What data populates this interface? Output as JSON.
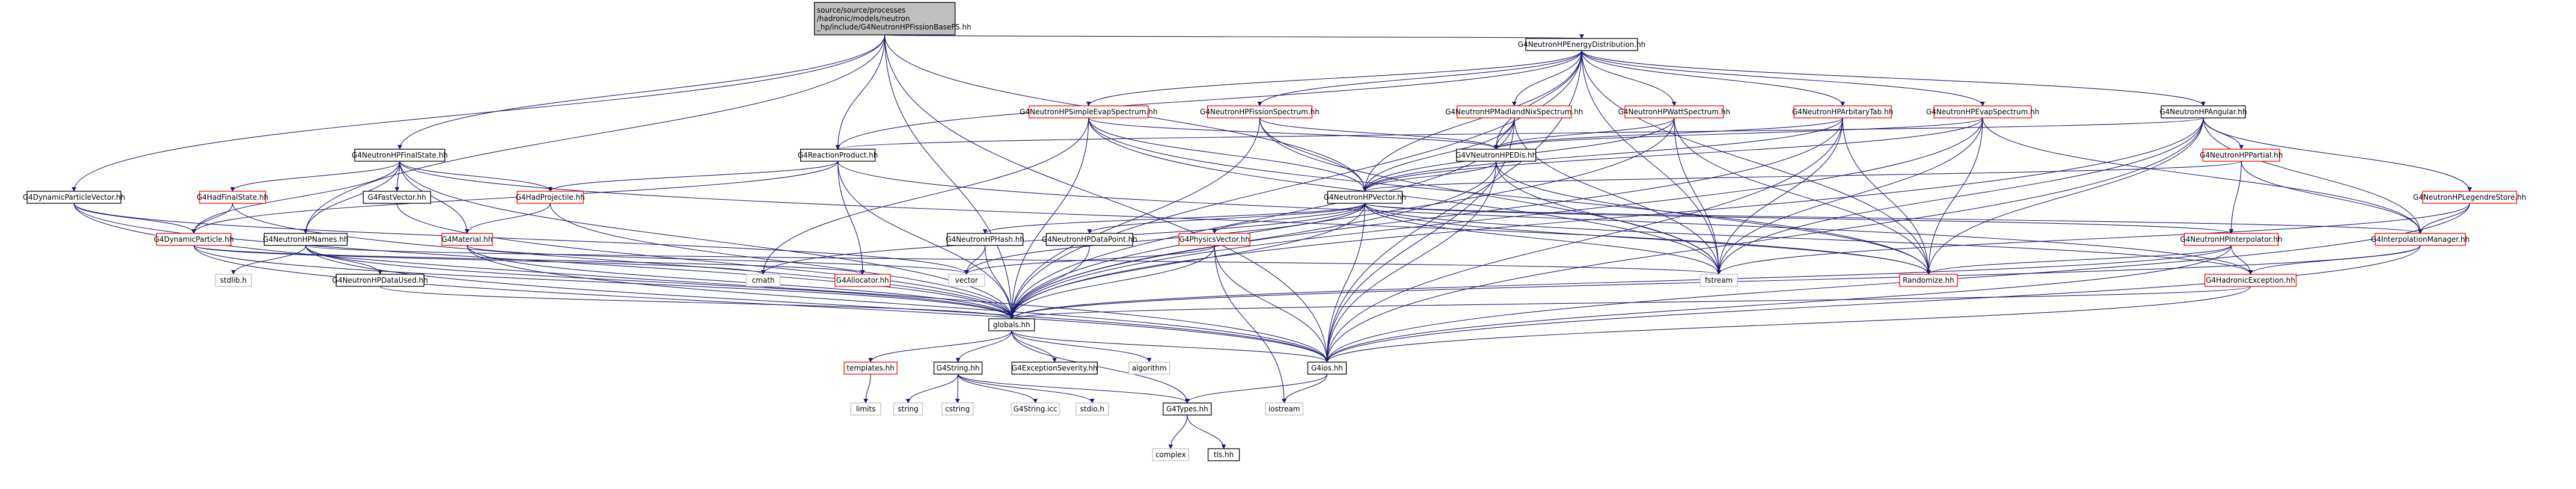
{
  "colors": {
    "edge": "#191970",
    "root_fill": "#bfbfbf",
    "documented_border": "#000000",
    "undocumented_border": "#ff0000",
    "external_border": "#bfbfbf",
    "fill": "#ffffff"
  },
  "nodes": [
    {
      "id": "root",
      "kind": "root",
      "lines": [
        "source/source/processes",
        "/hadronic/models/neutron",
        "_hp/include/G4NeutronHPFissionBaseFS.hh"
      ]
    },
    {
      "id": "energydist",
      "kind": "doc",
      "lines": [
        "G4NeutronHPEnergyDistribution.hh"
      ]
    },
    {
      "id": "simpleexp",
      "kind": "undoc",
      "lines": [
        "G4NeutronHPSimpleEvapSpectrum.hh"
      ]
    },
    {
      "id": "fissionspec",
      "kind": "undoc",
      "lines": [
        "G4NeutronHPFissionSpectrum.hh"
      ]
    },
    {
      "id": "madland",
      "kind": "undoc",
      "lines": [
        "G4NeutronHPMadlandNixSpectrum.hh"
      ]
    },
    {
      "id": "watt",
      "kind": "undoc",
      "lines": [
        "G4NeutronHPWattSpectrum.hh"
      ]
    },
    {
      "id": "arbitary",
      "kind": "undoc",
      "lines": [
        "G4NeutronHPArbitaryTab.hh"
      ]
    },
    {
      "id": "evapspec",
      "kind": "undoc",
      "lines": [
        "G4NeutronHPEvapSpectrum.hh"
      ]
    },
    {
      "id": "angular",
      "kind": "doc",
      "lines": [
        "G4NeutronHPAngular.hh"
      ]
    },
    {
      "id": "finalstate",
      "kind": "doc",
      "lines": [
        "G4NeutronHPFinalState.hh"
      ]
    },
    {
      "id": "reactionproduct",
      "kind": "doc",
      "lines": [
        "G4ReactionProduct.hh"
      ]
    },
    {
      "id": "vhpdata",
      "kind": "doc",
      "lines": [
        "G4VNeutronHPEDis.hh"
      ]
    },
    {
      "id": "partial",
      "kind": "undoc",
      "lines": [
        "G4NeutronHPPartial.hh"
      ]
    },
    {
      "id": "dynvec",
      "kind": "doc",
      "lines": [
        "G4DynamicParticleVector.hh"
      ]
    },
    {
      "id": "hadfinal",
      "kind": "undoc",
      "lines": [
        "G4HadFinalState.hh"
      ]
    },
    {
      "id": "fastvec",
      "kind": "doc",
      "lines": [
        "G4FastVector.hh"
      ]
    },
    {
      "id": "hadproj",
      "kind": "undoc",
      "lines": [
        "G4HadProjectile.hh"
      ]
    },
    {
      "id": "hpvector",
      "kind": "doc",
      "lines": [
        "G4NeutronHPVector.hh"
      ]
    },
    {
      "id": "legendre",
      "kind": "undoc",
      "lines": [
        "G4NeutronHPLegendreStore.hh"
      ]
    },
    {
      "id": "dynparticle",
      "kind": "undoc",
      "lines": [
        "G4DynamicParticle.hh"
      ]
    },
    {
      "id": "hpnames",
      "kind": "doc",
      "lines": [
        "G4NeutronHPNames.hh"
      ]
    },
    {
      "id": "material",
      "kind": "undoc",
      "lines": [
        "G4Material.hh"
      ]
    },
    {
      "id": "hphash",
      "kind": "doc",
      "lines": [
        "G4NeutronHPHash.hh"
      ]
    },
    {
      "id": "hpdatapoint",
      "kind": "doc",
      "lines": [
        "G4NeutronHPDataPoint.hh"
      ]
    },
    {
      "id": "physvec",
      "kind": "undoc",
      "lines": [
        "G4PhysicsVector.hh"
      ]
    },
    {
      "id": "interpolator",
      "kind": "undoc",
      "lines": [
        "G4NeutronHPInterpolator.hh"
      ]
    },
    {
      "id": "interpmgr",
      "kind": "undoc",
      "lines": [
        "G4InterpolationManager.hh"
      ]
    },
    {
      "id": "stdlib",
      "kind": "ext",
      "lines": [
        "stdlib.h"
      ]
    },
    {
      "id": "datausedhh",
      "kind": "doc",
      "lines": [
        "G4NeutronHPDataUsed.hh"
      ]
    },
    {
      "id": "cmath",
      "kind": "ext",
      "lines": [
        "cmath"
      ]
    },
    {
      "id": "allocator",
      "kind": "undoc",
      "lines": [
        "G4Allocator.hh"
      ]
    },
    {
      "id": "vector",
      "kind": "ext",
      "lines": [
        "vector"
      ]
    },
    {
      "id": "fstream",
      "kind": "ext",
      "lines": [
        "fstream"
      ]
    },
    {
      "id": "randomize",
      "kind": "undoc",
      "lines": [
        "Randomize.hh"
      ]
    },
    {
      "id": "hadexc",
      "kind": "undoc",
      "lines": [
        "G4HadronicException.hh"
      ]
    },
    {
      "id": "globals",
      "kind": "doc",
      "lines": [
        "globals.hh"
      ]
    },
    {
      "id": "templates",
      "kind": "undoc",
      "lines": [
        "templates.hh"
      ]
    },
    {
      "id": "g4string",
      "kind": "doc",
      "lines": [
        "G4String.hh"
      ]
    },
    {
      "id": "excseverity",
      "kind": "doc",
      "lines": [
        "G4ExceptionSeverity.hh"
      ]
    },
    {
      "id": "algorithm",
      "kind": "ext",
      "lines": [
        "algorithm"
      ]
    },
    {
      "id": "g4ios",
      "kind": "doc",
      "lines": [
        "G4ios.hh"
      ]
    },
    {
      "id": "limits",
      "kind": "ext",
      "lines": [
        "limits"
      ]
    },
    {
      "id": "string",
      "kind": "ext",
      "lines": [
        "string"
      ]
    },
    {
      "id": "cstring",
      "kind": "ext",
      "lines": [
        "cstring"
      ]
    },
    {
      "id": "g4stringicc",
      "kind": "ext",
      "lines": [
        "G4String.icc"
      ]
    },
    {
      "id": "stdioh",
      "kind": "ext",
      "lines": [
        "stdio.h"
      ]
    },
    {
      "id": "g4types",
      "kind": "doc",
      "lines": [
        "G4Types.hh"
      ]
    },
    {
      "id": "iostream",
      "kind": "ext",
      "lines": [
        "iostream"
      ]
    },
    {
      "id": "complex",
      "kind": "ext",
      "lines": [
        "complex"
      ]
    },
    {
      "id": "tlshh",
      "kind": "doc",
      "lines": [
        "tls.hh"
      ]
    }
  ],
  "edges": [
    [
      "root",
      "energydist"
    ],
    [
      "root",
      "finalstate"
    ],
    [
      "root",
      "reactionproduct"
    ],
    [
      "root",
      "dynvec"
    ],
    [
      "root",
      "hpnames"
    ],
    [
      "root",
      "hpvector"
    ],
    [
      "root",
      "globals"
    ],
    [
      "root",
      "g4ios"
    ],
    [
      "energydist",
      "simpleexp"
    ],
    [
      "energydist",
      "fissionspec"
    ],
    [
      "energydist",
      "madland"
    ],
    [
      "energydist",
      "watt"
    ],
    [
      "energydist",
      "arbitary"
    ],
    [
      "energydist",
      "evapspec"
    ],
    [
      "energydist",
      "angular"
    ],
    [
      "energydist",
      "vhpdata"
    ],
    [
      "energydist",
      "hpvector"
    ],
    [
      "energydist",
      "reactionproduct"
    ],
    [
      "energydist",
      "fstream"
    ],
    [
      "energydist",
      "globals"
    ],
    [
      "energydist",
      "g4ios"
    ],
    [
      "energydist",
      "randomize"
    ],
    [
      "simpleexp",
      "vhpdata"
    ],
    [
      "simpleexp",
      "hpvector"
    ],
    [
      "simpleexp",
      "cmath"
    ],
    [
      "simpleexp",
      "fstream"
    ],
    [
      "simpleexp",
      "globals"
    ],
    [
      "simpleexp",
      "randomize"
    ],
    [
      "fissionspec",
      "vhpdata"
    ],
    [
      "fissionspec",
      "hpvector"
    ],
    [
      "fissionspec",
      "fstream"
    ],
    [
      "fissionspec",
      "globals"
    ],
    [
      "madland",
      "vhpdata"
    ],
    [
      "madland",
      "hpvector"
    ],
    [
      "madland",
      "fstream"
    ],
    [
      "madland",
      "globals"
    ],
    [
      "madland",
      "g4ios"
    ],
    [
      "watt",
      "vhpdata"
    ],
    [
      "watt",
      "hpvector"
    ],
    [
      "watt",
      "fstream"
    ],
    [
      "watt",
      "globals"
    ],
    [
      "watt",
      "randomize"
    ],
    [
      "arbitary",
      "vhpdata"
    ],
    [
      "arbitary",
      "hpvector"
    ],
    [
      "arbitary",
      "fstream"
    ],
    [
      "arbitary",
      "globals"
    ],
    [
      "arbitary",
      "randomize"
    ],
    [
      "arbitary",
      "g4ios"
    ],
    [
      "evapspec",
      "vhpdata"
    ],
    [
      "evapspec",
      "hpvector"
    ],
    [
      "evapspec",
      "fstream"
    ],
    [
      "evapspec",
      "globals"
    ],
    [
      "evapspec",
      "interpmgr"
    ],
    [
      "evapspec",
      "randomize"
    ],
    [
      "angular",
      "fstream"
    ],
    [
      "angular",
      "partial"
    ],
    [
      "angular",
      "legendre"
    ],
    [
      "angular",
      "interpmgr"
    ],
    [
      "angular",
      "reactionproduct"
    ],
    [
      "angular",
      "globals"
    ],
    [
      "angular",
      "g4ios"
    ],
    [
      "angular",
      "randomize"
    ],
    [
      "finalstate",
      "hadfinal"
    ],
    [
      "finalstate",
      "fastvec"
    ],
    [
      "finalstate",
      "hadproj"
    ],
    [
      "finalstate",
      "hpnames"
    ],
    [
      "finalstate",
      "material"
    ],
    [
      "finalstate",
      "dynparticle"
    ],
    [
      "finalstate",
      "globals"
    ],
    [
      "finalstate",
      "randomize"
    ],
    [
      "reactionproduct",
      "hadproj"
    ],
    [
      "reactionproduct",
      "dynparticle"
    ],
    [
      "reactionproduct",
      "allocator"
    ],
    [
      "reactionproduct",
      "globals"
    ],
    [
      "reactionproduct",
      "hadexc"
    ],
    [
      "vhpdata",
      "hpvector"
    ],
    [
      "vhpdata",
      "fstream"
    ],
    [
      "vhpdata",
      "randomize"
    ],
    [
      "vhpdata",
      "globals"
    ],
    [
      "vhpdata",
      "g4ios"
    ],
    [
      "partial",
      "hpvector"
    ],
    [
      "partial",
      "interpolator"
    ],
    [
      "partial",
      "interpmgr"
    ],
    [
      "dynvec",
      "dynparticle"
    ],
    [
      "dynvec",
      "vector"
    ],
    [
      "dynvec",
      "globals"
    ],
    [
      "dynvec",
      "g4ios"
    ],
    [
      "hadfinal",
      "dynparticle"
    ],
    [
      "hadfinal",
      "globals"
    ],
    [
      "fastvec",
      "globals"
    ],
    [
      "hadproj",
      "material"
    ],
    [
      "hadproj",
      "globals"
    ],
    [
      "hpvector",
      "hphash"
    ],
    [
      "hpvector",
      "hpdatapoint"
    ],
    [
      "hpvector",
      "physvec"
    ],
    [
      "hpvector",
      "interpolator"
    ],
    [
      "hpvector",
      "interpmgr"
    ],
    [
      "hpvector",
      "hadexc"
    ],
    [
      "hpvector",
      "fstream"
    ],
    [
      "hpvector",
      "cmath"
    ],
    [
      "hpvector",
      "vector"
    ],
    [
      "hpvector",
      "globals"
    ],
    [
      "hpvector",
      "g4ios"
    ],
    [
      "hpvector",
      "randomize"
    ],
    [
      "legendre",
      "interpmgr"
    ],
    [
      "legendre",
      "fstream"
    ],
    [
      "legendre",
      "g4ios"
    ],
    [
      "dynparticle",
      "allocator"
    ],
    [
      "dynparticle",
      "cmath"
    ],
    [
      "dynparticle",
      "globals"
    ],
    [
      "dynparticle",
      "g4ios"
    ],
    [
      "hpnames",
      "stdlib"
    ],
    [
      "hpnames",
      "datausedhh"
    ],
    [
      "hpnames",
      "fstream"
    ],
    [
      "hpnames",
      "globals"
    ],
    [
      "hpnames",
      "g4ios"
    ],
    [
      "material",
      "vector"
    ],
    [
      "material",
      "globals"
    ],
    [
      "material",
      "g4ios"
    ],
    [
      "hphash",
      "vector"
    ],
    [
      "hphash",
      "globals"
    ],
    [
      "hpdatapoint",
      "globals"
    ],
    [
      "physvec",
      "vector"
    ],
    [
      "physvec",
      "globals"
    ],
    [
      "physvec",
      "g4ios"
    ],
    [
      "physvec",
      "iostream"
    ],
    [
      "interpolator",
      "randomize"
    ],
    [
      "interpolator",
      "hadexc"
    ],
    [
      "interpolator",
      "globals"
    ],
    [
      "interpolator",
      "g4ios"
    ],
    [
      "interpmgr",
      "hadexc"
    ],
    [
      "interpmgr",
      "globals"
    ],
    [
      "interpmgr",
      "g4ios"
    ],
    [
      "datausedhh",
      "globals"
    ],
    [
      "hadexc",
      "globals"
    ],
    [
      "hadexc",
      "g4ios"
    ],
    [
      "globals",
      "templates"
    ],
    [
      "globals",
      "g4string"
    ],
    [
      "globals",
      "excseverity"
    ],
    [
      "globals",
      "algorithm"
    ],
    [
      "globals",
      "g4ios"
    ],
    [
      "globals",
      "g4types"
    ],
    [
      "templates",
      "limits"
    ],
    [
      "g4string",
      "string"
    ],
    [
      "g4string",
      "cstring"
    ],
    [
      "g4string",
      "g4stringicc"
    ],
    [
      "g4string",
      "stdioh"
    ],
    [
      "g4string",
      "g4types"
    ],
    [
      "g4ios",
      "g4types"
    ],
    [
      "g4ios",
      "iostream"
    ],
    [
      "g4types",
      "complex"
    ],
    [
      "g4types",
      "tlshh"
    ]
  ]
}
